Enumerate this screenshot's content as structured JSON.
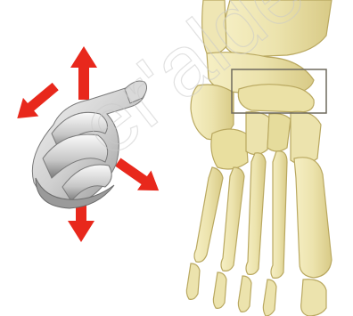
{
  "figure": {
    "watermark": "er'alde",
    "colors": {
      "background": "#ffffff",
      "bone_fill": "#ece3ad",
      "bone_shade": "#d6c884",
      "bone_outline": "#b9a860",
      "joint_model_light": "#eeeeee",
      "joint_model_mid": "#c8c8c8",
      "joint_model_dark": "#8e8e8e",
      "arrow_red": "#e8281c",
      "highlight_box": "#6f6a5e",
      "watermark": "#c9c9c9"
    },
    "parts": {
      "left": "3d-joint-model-with-motion-arrows",
      "right": "foot-skeleton-dorsal-view",
      "highlight": "tarsometatarsal-joint-region"
    }
  }
}
